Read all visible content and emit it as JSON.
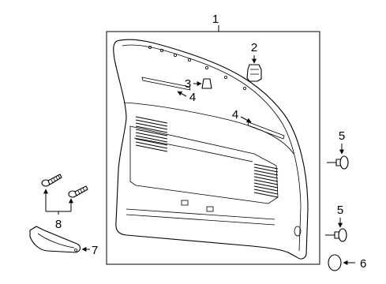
{
  "callouts": {
    "c1": "1",
    "c2": "2",
    "c3": "3",
    "c4a": "4",
    "c4b": "4",
    "c5a": "5",
    "c5b": "5",
    "c6": "6",
    "c7": "7",
    "c8": "8"
  }
}
